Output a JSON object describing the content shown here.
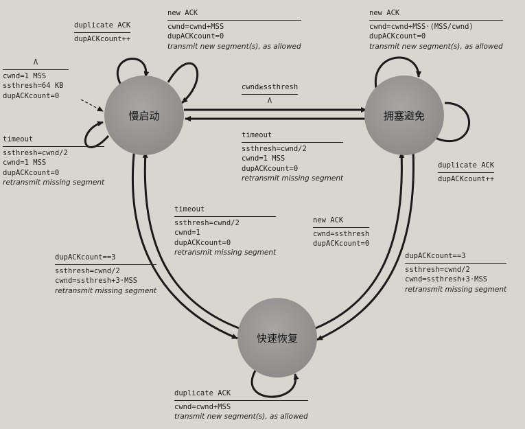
{
  "states": {
    "slow_start": "慢启动",
    "congestion_avoidance": "拥塞避免",
    "fast_recovery": "快速恢复"
  },
  "labels": {
    "ss_dup_ack": {
      "event": "duplicate ACK",
      "actions": [
        "dupACKcount++"
      ]
    },
    "ss_new_ack": {
      "event": "new ACK",
      "actions": [
        "cwnd=cwnd+MSS",
        "dupACKcount=0"
      ],
      "note": "transmit new segment(s), as allowed"
    },
    "ca_new_ack": {
      "event": "new ACK",
      "actions": [
        "cwnd=cwnd+MSS·(MSS/cwnd)",
        "dupACKcount=0"
      ],
      "note": "transmit new segment(s), as allowed"
    },
    "init": {
      "event": "Λ",
      "actions": [
        "cwnd=1 MSS",
        "ssthresh=64 KB",
        "dupACKcount=0"
      ]
    },
    "ss_to_ca": {
      "event": "cwnd≥ssthresh",
      "actions": [
        "Λ"
      ]
    },
    "ss_timeout": {
      "event": "timeout",
      "actions": [
        "ssthresh=cwnd/2",
        "cwnd=1 MSS",
        "dupACKcount=0"
      ],
      "note": "retransmit missing segment"
    },
    "ca_timeout": {
      "event": "timeout",
      "actions": [
        "ssthresh=cwnd/2",
        "cwnd=1 MSS",
        "dupACKcount=0"
      ],
      "note": "retransmit missing segment"
    },
    "ca_dup_ack": {
      "event": "duplicate ACK",
      "actions": [
        "dupACKcount++"
      ]
    },
    "fr_timeout": {
      "event": "timeout",
      "actions": [
        "ssthresh=cwnd/2",
        "cwnd=1",
        "dupACKcount=0"
      ],
      "note": "retransmit missing segment"
    },
    "fr_new_ack": {
      "event": "new ACK",
      "actions": [
        "cwnd=ssthresh",
        "dupACKcount=0"
      ]
    },
    "ss_dup3": {
      "event": "dupACKcount==3",
      "actions": [
        "ssthresh=cwnd/2",
        "cwnd=ssthresh+3·MSS"
      ],
      "note": "retransmit missing segment"
    },
    "ca_dup3": {
      "event": "dupACKcount==3",
      "actions": [
        "ssthresh=cwnd/2",
        "cwnd=ssthresh+3·MSS"
      ],
      "note": "retransmit missing segment"
    },
    "fr_dup_ack": {
      "event": "duplicate ACK",
      "actions": [
        "cwnd=cwnd+MSS"
      ],
      "note": "transmit new segment(s), as allowed"
    }
  },
  "colors": {
    "state_fill": "#9a9896",
    "arrow": "#1a1a1a",
    "background": "#d9d6d0"
  }
}
